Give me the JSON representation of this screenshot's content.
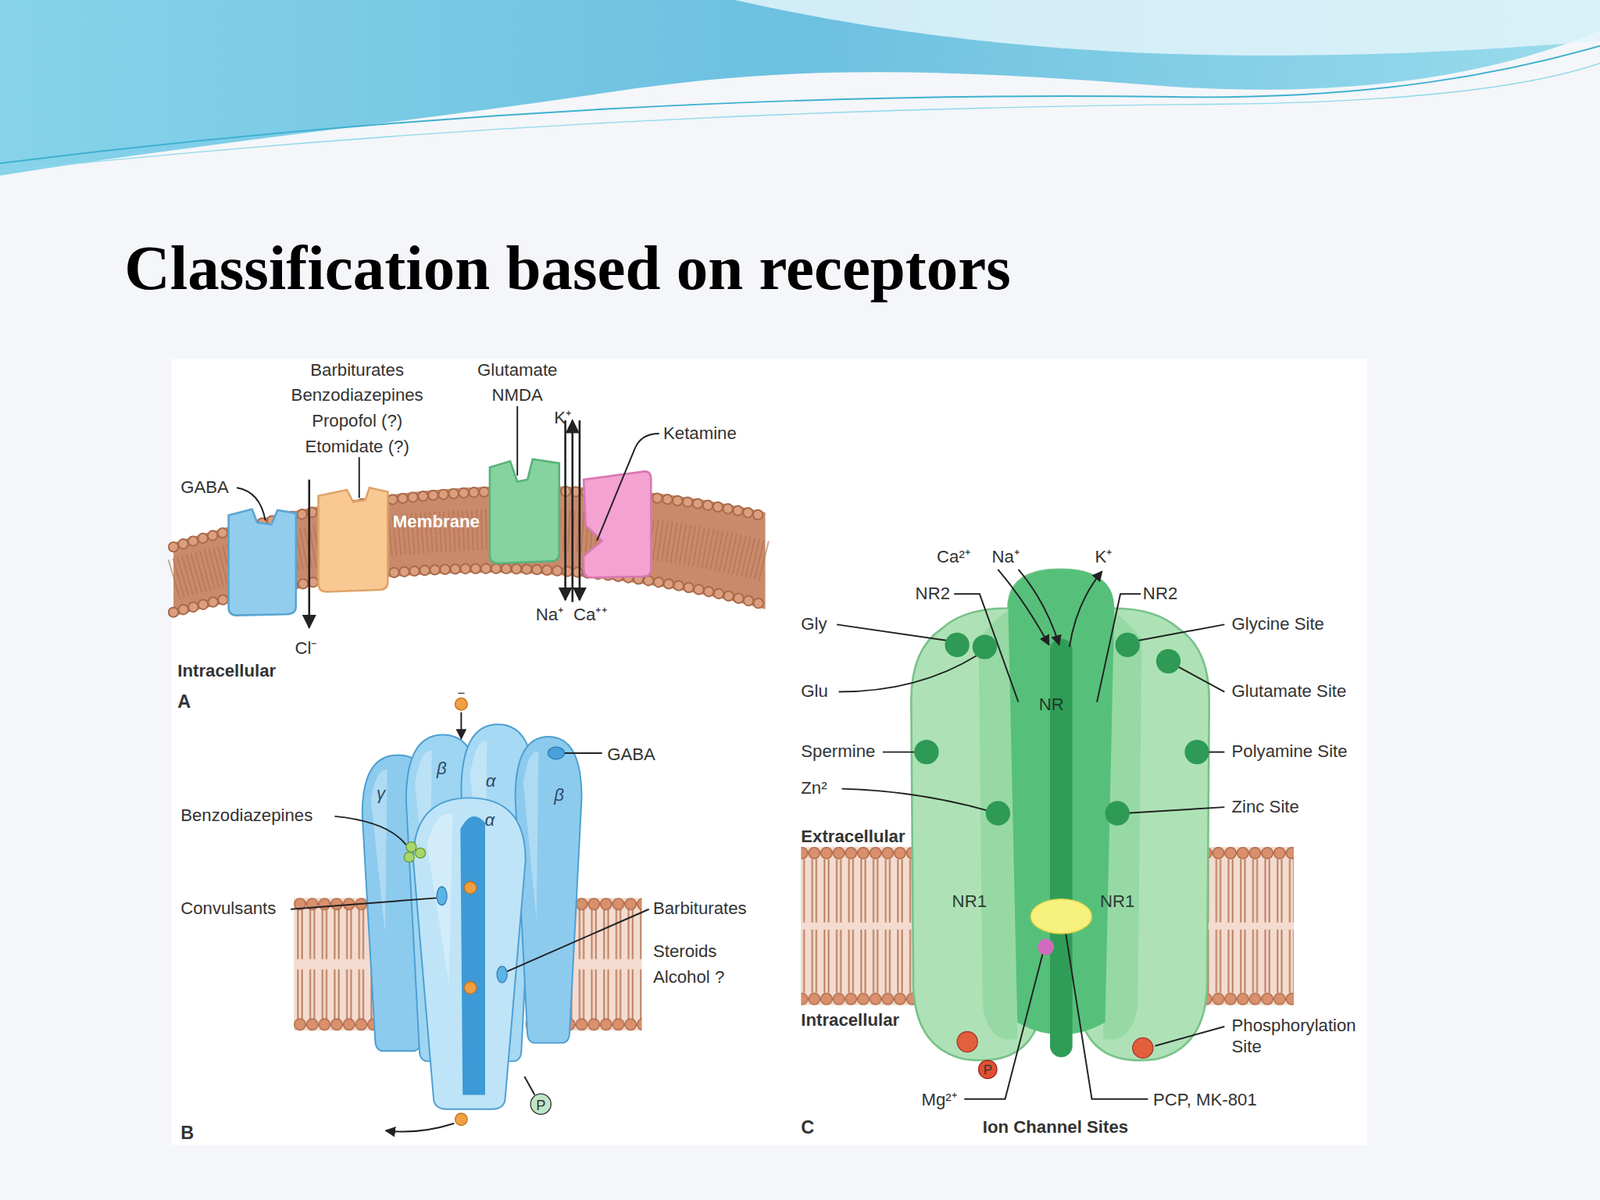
{
  "diagram": {
    "title": "Classification based on receptors",
    "nodes": [
      {
        "text": [
          "Membrane"
        ]
      },
      {
        "text": [
          "γ"
        ]
      },
      {
        "text": [
          "β"
        ]
      },
      {
        "text": [
          "α"
        ]
      },
      {
        "text": [
          "β"
        ]
      },
      {
        "text": [
          "α"
        ]
      },
      {
        "text": [
          "NR1",
          "NR1"
        ]
      },
      {
        "text": [
          "NR"
        ],
        "in": 6
      }
    ],
    "labels": [
      "Barbiturates",
      "Benzodiazepines",
      "Propofol (?)",
      "Etomidate (?)",
      "Glutamate",
      "NMDA",
      "K⁺",
      "Ketamine",
      "GABA",
      "Na⁺",
      "Ca⁺⁺",
      "Cl⁻",
      "Intracellular",
      "A",
      "GABA",
      "Benzodiazepines",
      "Convulsants",
      "Barbiturates",
      "Steroids",
      "Alcohol ?",
      "P",
      "B",
      "Ca²⁺",
      "Na⁺",
      "K⁺",
      "NR2",
      "NR2",
      "Gly",
      "Glu",
      "Spermine",
      "Zn²",
      "Extracellular",
      "Intracellular",
      "Glycine Site",
      "Glutamate Site",
      "Polyamine Site",
      "Zinc Site",
      "Phosphorylation Site",
      "P",
      "Mg²⁺",
      "PCP, MK-801",
      "C",
      "Ion Channel Sites",
      "−"
    ]
  }
}
